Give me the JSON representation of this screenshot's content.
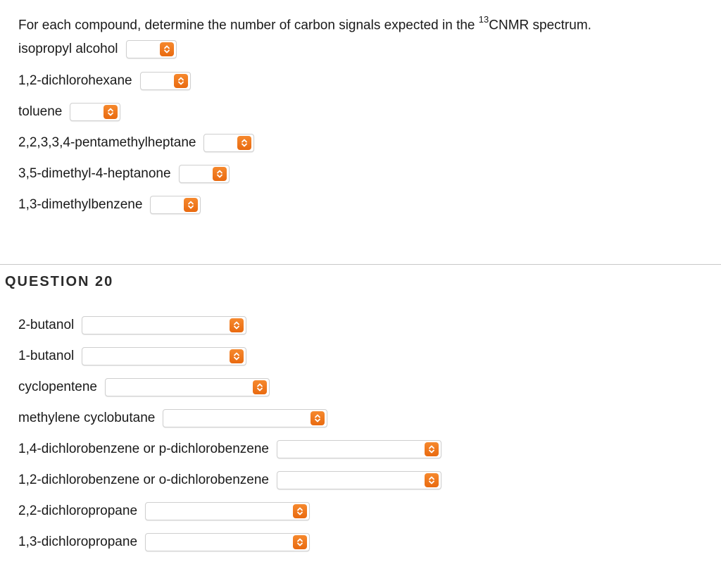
{
  "q19": {
    "prompt_prefix": "For each compound, determine the number of carbon signals expected in the ",
    "prompt_sup": "13",
    "prompt_suffix": "CNMR spectrum.",
    "items": [
      {
        "label": "isopropyl alcohol",
        "value": ""
      },
      {
        "label": "1,2-dichlorohexane",
        "value": ""
      },
      {
        "label": "toluene",
        "value": ""
      },
      {
        "label": "2,2,3,3,4-pentamethylheptane",
        "value": ""
      },
      {
        "label": "3,5-dimethyl-4-heptanone",
        "value": ""
      },
      {
        "label": "1,3-dimethylbenzene",
        "value": ""
      }
    ]
  },
  "q20": {
    "title": "QUESTION 20",
    "items": [
      {
        "label": "2-butanol",
        "value": ""
      },
      {
        "label": "1-butanol",
        "value": ""
      },
      {
        "label": "cyclopentene",
        "value": ""
      },
      {
        "label": "methylene cyclobutane",
        "value": ""
      },
      {
        "label": "1,4-dichlorobenzene or p-dichlorobenzene",
        "value": ""
      },
      {
        "label": "1,2-dichlorobenzene or o-dichlorobenzene",
        "value": ""
      },
      {
        "label": "2,2-dichloropropane",
        "value": ""
      },
      {
        "label": "1,3-dichloropropane",
        "value": ""
      }
    ]
  },
  "colors": {
    "select_button": "#ee7420",
    "select_border": "#cfcfcf",
    "divider": "#c8c8c8"
  },
  "icons": {
    "select_arrows": "up-down-chevron-icon"
  }
}
